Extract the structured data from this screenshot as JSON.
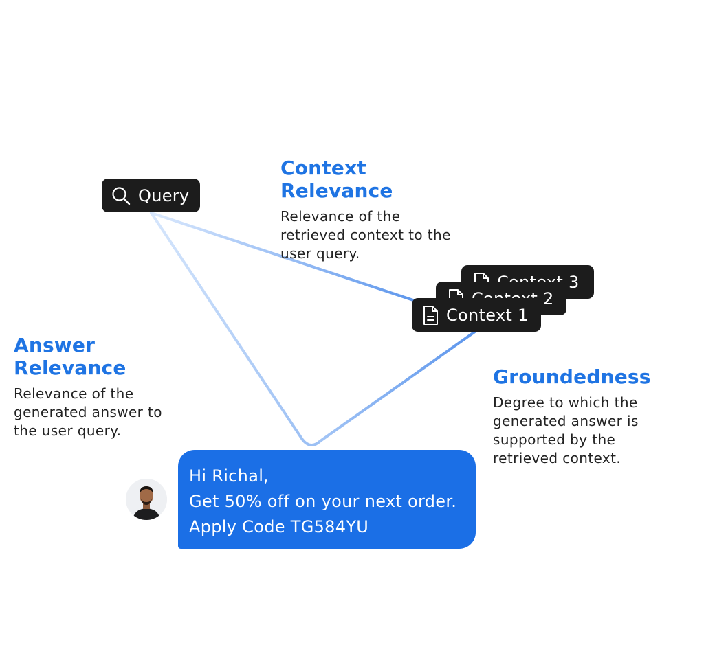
{
  "query": {
    "label": "Query",
    "icon": "search-icon"
  },
  "contexts": [
    {
      "label": "Context 1",
      "icon": "document-icon"
    },
    {
      "label": "Context 2",
      "icon": "document-icon"
    },
    {
      "label": "Context 3",
      "icon": "document-icon"
    }
  ],
  "metrics": {
    "context_relevance": {
      "title": "Context Relevance",
      "desc_lines": [
        "Relevance of the",
        "retrieved context to the",
        "user query."
      ]
    },
    "answer_relevance": {
      "title": "Answer Relevance",
      "desc_lines": [
        "Relevance of the",
        "generated answer to",
        "the user query."
      ]
    },
    "groundedness": {
      "title": "Groundedness",
      "desc_lines": [
        "Degree to which the",
        "generated answer is",
        "supported by the",
        "retrieved context."
      ]
    }
  },
  "message": {
    "lines": [
      "Hi Richal,",
      "Get 50% off on your next order.",
      "Apply Code TG584YU"
    ]
  },
  "colors": {
    "accent": "#1f74e3",
    "bubble": "#1b6fe6",
    "pill": "#1c1c1c",
    "line_light": "#d6e6fc",
    "line_dark": "#5b95ec"
  }
}
